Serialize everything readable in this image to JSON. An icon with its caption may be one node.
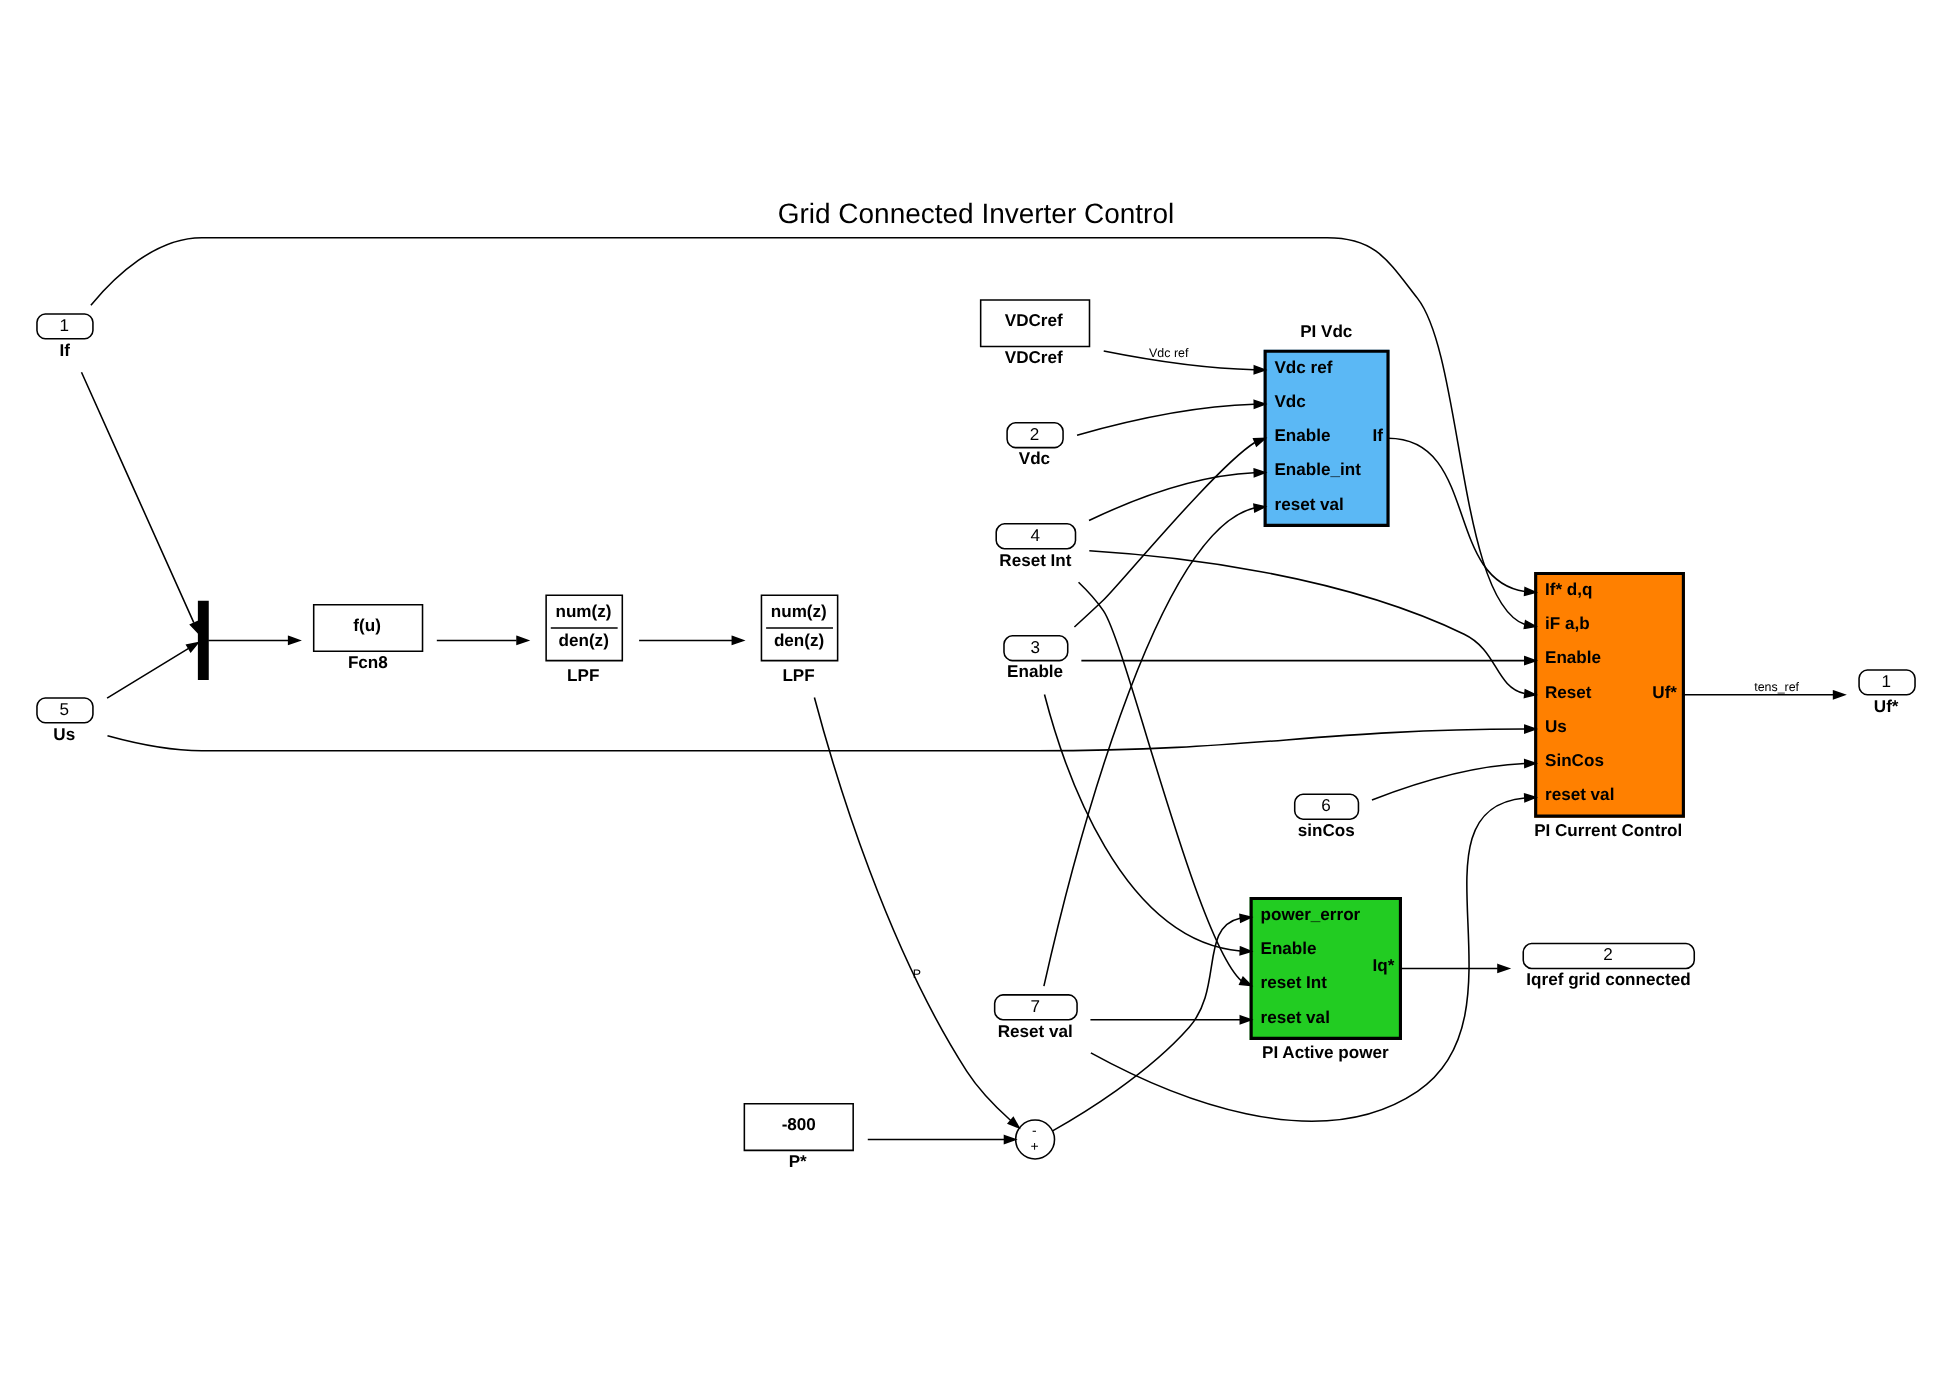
{
  "diagram": {
    "title": "Grid Connected Inverter Control",
    "nodes": [
      {
        "text": [
          "VDCref"
        ],
        "beside": [
          "VDCref"
        ]
      },
      {
        "text": [
          "2"
        ],
        "beside": [
          "Vdc"
        ]
      },
      {
        "text": [
          "3"
        ],
        "beside": [
          "Enable"
        ]
      },
      {
        "text": [
          "4"
        ],
        "beside": [
          "Reset Int"
        ]
      },
      {
        "text": [
          "7"
        ],
        "beside": [
          "Reset val"
        ]
      },
      {
        "text": [
          "PI Vdc",
          "Vdc ref",
          "Vdc",
          "Enable",
          "Enable_int",
          "reset val",
          "If"
        ]
      },
      {
        "text": [
          "1"
        ],
        "beside": [
          "If"
        ]
      },
      {
        "text": [
          "5"
        ],
        "beside": [
          "Us"
        ]
      },
      {
        "text": [
          "6"
        ],
        "beside": [
          "sinCos"
        ]
      },
      {
        "text": [
          "If* d,q",
          "iF a,b",
          "Enable",
          "Reset",
          "Us",
          "SinCos",
          "reset val",
          "Uf*",
          "PI Current Control"
        ]
      },
      {
        "text": [
          "1"
        ],
        "beside": [
          "Uf*"
        ]
      },
      {
        "text": [],
        "shape": "bar"
      },
      {
        "text": [
          "f(u)"
        ],
        "beside": [
          "Fcn8"
        ]
      },
      {
        "text": [
          "num(z)",
          "den(z)"
        ],
        "beside": [
          "LPF"
        ]
      },
      {
        "text": [
          "num(z)",
          "den(z)"
        ],
        "beside": [
          "LPF"
        ]
      },
      {
        "text": [
          "-",
          "+"
        ]
      },
      {
        "text": [
          "-800"
        ],
        "beside": [
          "P*"
        ]
      },
      {
        "text": [
          "power_error",
          "Enable",
          "reset Int",
          "reset val",
          "Iq*",
          "PI Active power"
        ]
      },
      {
        "text": [
          "2"
        ],
        "beside": [
          "Iqref grid connected"
        ]
      }
    ],
    "edges": [
      {
        "from": 0,
        "to": 5,
        "arrow": "to",
        "label": "Vdc ref"
      },
      {
        "from": 1,
        "to": 5,
        "arrow": "to"
      },
      {
        "from": 2,
        "to": 5,
        "arrow": "to"
      },
      {
        "from": 2,
        "to": 9,
        "arrow": "to"
      },
      {
        "from": 2,
        "to": 17,
        "arrow": "to"
      },
      {
        "from": 3,
        "to": 5,
        "arrow": "to"
      },
      {
        "from": 3,
        "to": 9,
        "arrow": "to"
      },
      {
        "from": 3,
        "to": 17,
        "arrow": "to"
      },
      {
        "from": 4,
        "to": 5,
        "arrow": "to"
      },
      {
        "from": 4,
        "to": 9,
        "arrow": "to"
      },
      {
        "from": 4,
        "to": 17,
        "arrow": "to"
      },
      {
        "from": 5,
        "to": 9,
        "arrow": "to"
      },
      {
        "from": 6,
        "to": 9,
        "arrow": "to"
      },
      {
        "from": 6,
        "to": 11,
        "arrow": "to"
      },
      {
        "from": 7,
        "to": 9,
        "arrow": "to"
      },
      {
        "from": 7,
        "to": 11,
        "arrow": "to"
      },
      {
        "from": 8,
        "to": 9,
        "arrow": "to"
      },
      {
        "from": 9,
        "to": 10,
        "arrow": "to",
        "label": "tens_ref"
      },
      {
        "from": 11,
        "to": 12,
        "arrow": "to"
      },
      {
        "from": 12,
        "to": 13,
        "arrow": "to"
      },
      {
        "from": 13,
        "to": 14,
        "arrow": "to"
      },
      {
        "from": 14,
        "to": 15,
        "arrow": "to",
        "label": "P"
      },
      {
        "from": 16,
        "to": 15,
        "arrow": "to"
      },
      {
        "from": 15,
        "to": 17,
        "arrow": "to"
      },
      {
        "from": 17,
        "to": 18,
        "arrow": "to"
      }
    ]
  }
}
